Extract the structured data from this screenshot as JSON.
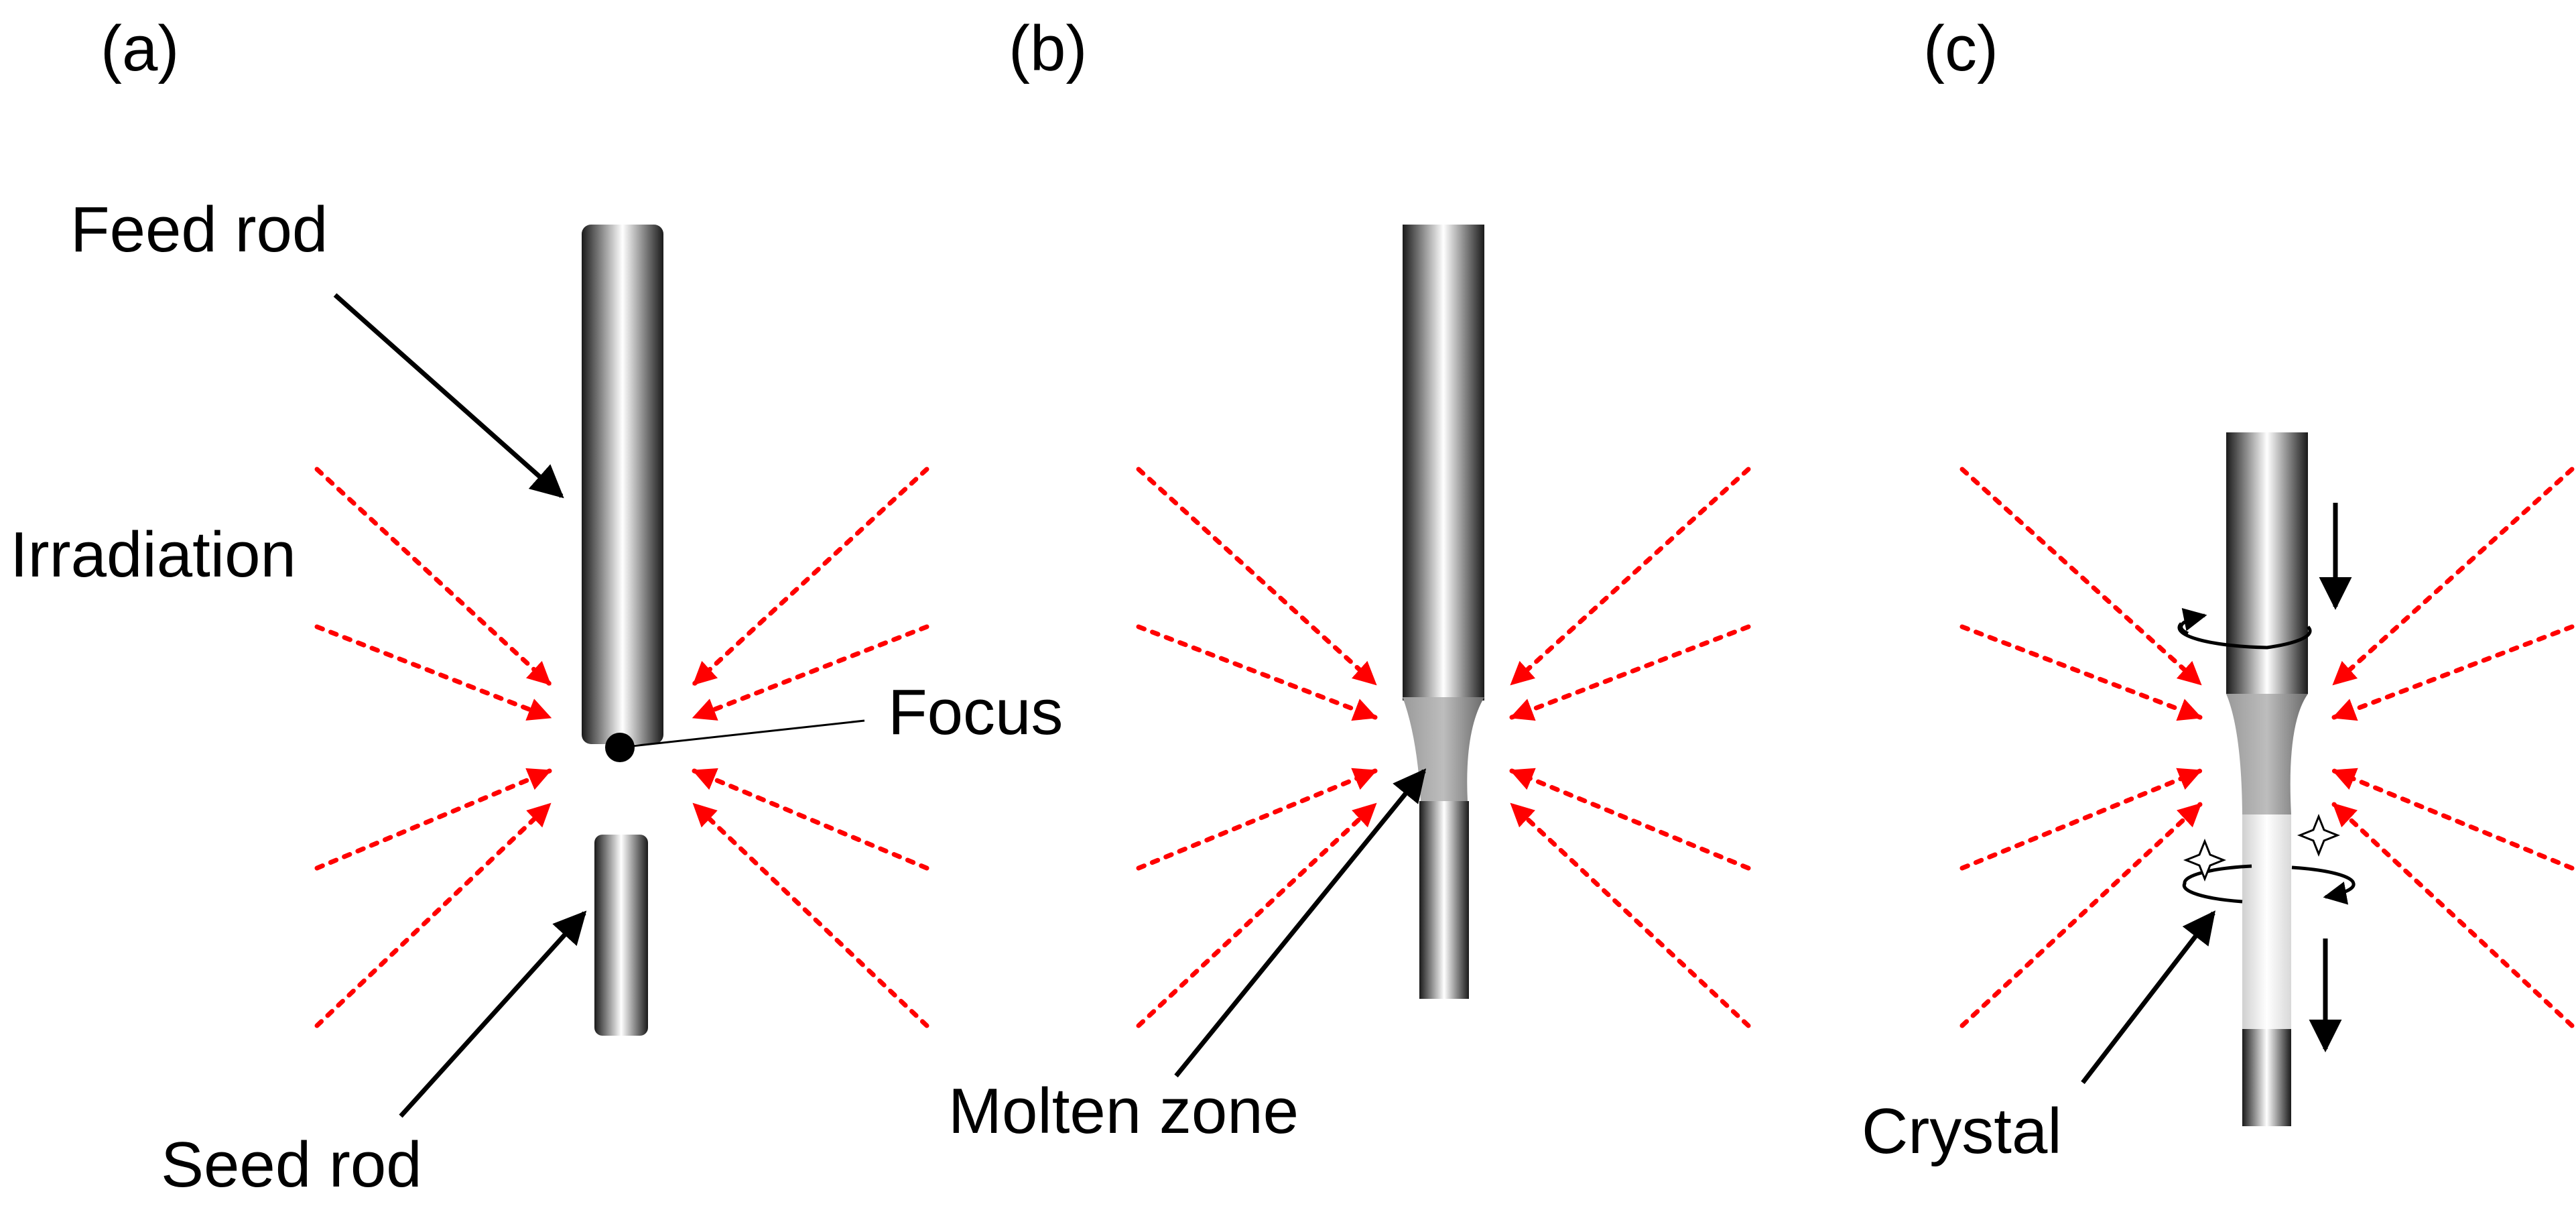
{
  "panels": [
    {
      "label": "(a)"
    },
    {
      "label": "(b)"
    },
    {
      "label": "(c)"
    }
  ],
  "callouts": {
    "feed_rod": "Feed rod",
    "irradiation": "Irradiation",
    "focus": "Focus",
    "seed_rod": "Seed rod",
    "molten_zone": "Molten zone",
    "crystal": "Crystal"
  },
  "colors": {
    "irradiation": "#ff0000",
    "rod_dark": "#1a1a1a",
    "rod_light": "#ffffff",
    "molten_zone": "#8c8c8c",
    "crystal": "#f8f8f8",
    "text": "#000000"
  },
  "icons": [
    "arrow-icon",
    "rotation-arrow-icon",
    "sparkle-icon",
    "focus-dot-icon"
  ]
}
